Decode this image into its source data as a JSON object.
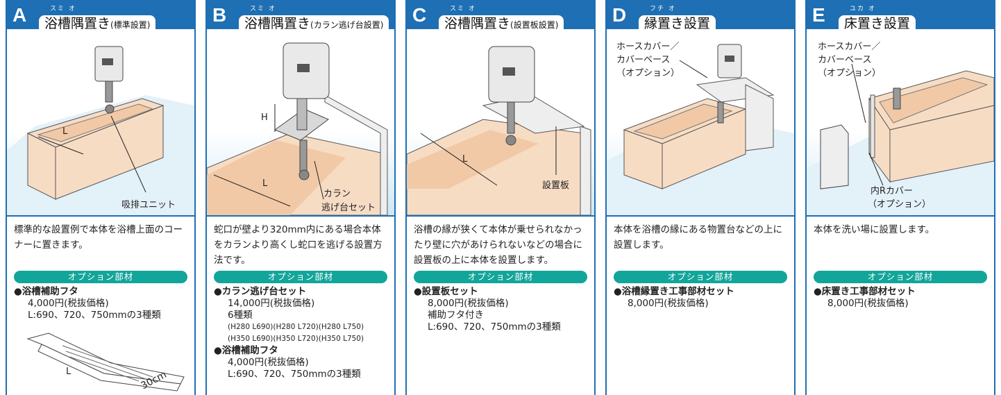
{
  "colors": {
    "primary": "#1e6fb4",
    "option": "#12a59a",
    "tub": "#f7dcc4",
    "floor": "#cfe8f5"
  },
  "panels": [
    {
      "letter": "A",
      "title": "浴槽隅置き",
      "title_suffix": "(標準設置)",
      "ruby": "スミ オ",
      "labels": {
        "l": "L",
        "unit": "吸排ユニット"
      },
      "desc": "標準的な設置例で本体を浴槽上面のコーナーに置きます。",
      "option_header": "オプション部材",
      "options": [
        {
          "name": "●浴槽補助フタ",
          "lines": [
            "4,000円(税抜価格)",
            "L:690、720、750mmの3種類"
          ]
        }
      ],
      "lid": {
        "l": "L",
        "width": "30cm"
      }
    },
    {
      "letter": "B",
      "title": "浴槽隅置き",
      "title_suffix": "(カラン逃げ台設置)",
      "ruby": "スミ オ",
      "labels": {
        "h": "H",
        "l": "L",
        "karan": "カラン",
        "karan2": "逃げ台セット"
      },
      "desc": "蛇口が壁より320mm内にある場合本体をカランより高くし蛇口を逃げる設置方法です。",
      "option_header": "オプション部材",
      "options": [
        {
          "name": "●カラン逃げ台セット",
          "lines": [
            "14,000円(税抜価格)",
            "6種類"
          ],
          "tiny": [
            "(H280 L690)(H280 L720)(H280 L750)",
            "(H350 L690)(H350 L720)(H350 L750)"
          ]
        },
        {
          "name": "●浴槽補助フタ",
          "lines": [
            "4,000円(税抜価格)",
            "L:690、720、750mmの3種類"
          ]
        }
      ]
    },
    {
      "letter": "C",
      "title": "浴槽隅置き",
      "title_suffix": "(設置板設置)",
      "ruby": "スミ オ",
      "labels": {
        "l": "L",
        "board": "設置板"
      },
      "desc": "浴槽の縁が狭くて本体が乗せられなかったり壁に穴があけられないなどの場合に設置板の上に本体を設置します。",
      "option_header": "オプション部材",
      "options": [
        {
          "name": "●設置板セット",
          "lines": [
            "8,000円(税抜価格)",
            "補助フタ付き",
            "L:690、720、750mmの3種類"
          ]
        }
      ]
    },
    {
      "letter": "D",
      "title": "縁置き設置",
      "title_suffix": "",
      "ruby": "フチ オ",
      "labels": {
        "hose1": "ホースカバー／",
        "hose2": "カバーベース",
        "hose3": "（オプション）"
      },
      "desc": "本体を浴槽の縁にある物置台などの上に設置します。",
      "option_header": "オプション部材",
      "options": [
        {
          "name": "●浴槽縁置き工事部材セット",
          "lines": [
            "8,000円(税抜価格)"
          ]
        }
      ]
    },
    {
      "letter": "E",
      "title": "床置き設置",
      "title_suffix": "",
      "ruby": "ユカ オ",
      "labels": {
        "hose1": "ホースカバー／",
        "hose2": "カバーベース",
        "hose3": "（オプション）",
        "r1": "内Rカバー",
        "r2": "（オプション）"
      },
      "desc": "本体を洗い場に設置します。",
      "option_header": "オプション部材",
      "options": [
        {
          "name": "●床置き工事部材セット",
          "lines": [
            "8,000円(税抜価格)"
          ]
        }
      ]
    }
  ]
}
